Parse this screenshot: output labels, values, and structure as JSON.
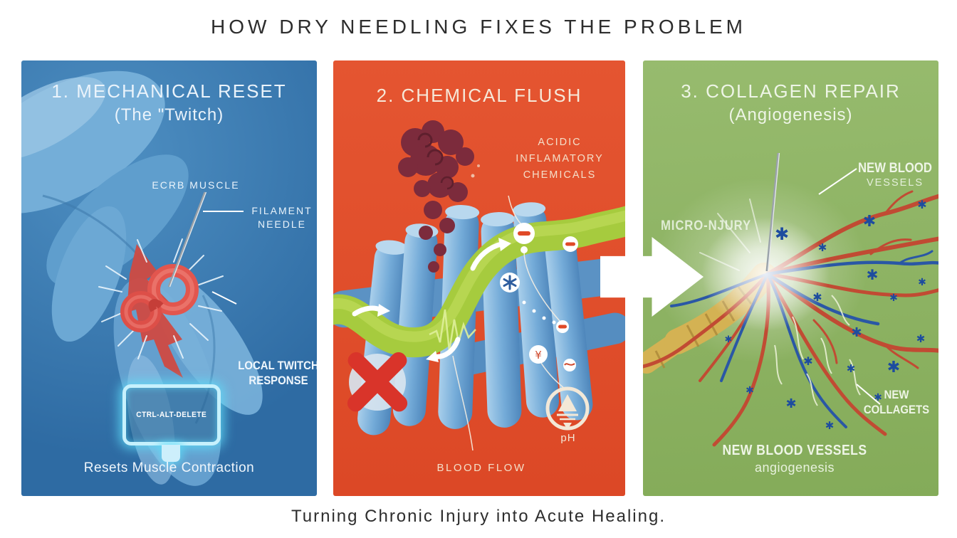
{
  "title": "HOW DRY NEEDLING FIXES THE PROBLEM",
  "footer": "Turning Chronic Injury into Acute Healing.",
  "colors": {
    "panel1_bg": "#3577ae",
    "panel2_bg": "#e2512e",
    "panel3_bg": "#8db264",
    "flush_band_green": "#a6cb3e",
    "alert_red": "#d9342a",
    "glow_cyan": "#5fdcf8",
    "vessel_red": "#c14b33",
    "vessel_blue": "#2a57a5",
    "tendon_gold": "#d4b253"
  },
  "panel1": {
    "heading": "1. MECHANICAL RESET",
    "subheading": "(The \"Twitch)",
    "muscle_label": "ECRB MUSCLE",
    "needle_label_line1": "FILAMENT",
    "needle_label_line2": "NEEDLE",
    "twitch_label_line1": "LOCAL TWITCH",
    "twitch_label_line2": "RESPONSE",
    "monitor_text": "CTRL-ALT-DELETE",
    "caption": "Resets Muscle Contraction"
  },
  "panel2": {
    "heading": "2. CHEMICAL FLUSH",
    "chemicals_label_line1": "ACIDIC",
    "chemicals_label_line2": "INFLAMATORY",
    "chemicals_label_line3": "CHEMICALS",
    "ph_label": "pH",
    "blood_flow_label": "BLOOD FLOW"
  },
  "panel3": {
    "heading": "3. COLLAGEN REPAIR",
    "subheading": "(Angiogenesis)",
    "new_blood_line1": "NEW BLOOD",
    "new_blood_line2": "VESSELS",
    "micro_injury_label": "MICRO-NJURY",
    "new_collagen_line1": "NEW",
    "new_collagen_line2": "COLLAGETS",
    "bottom_label_line1": "NEW BLOOD VESSELS",
    "bottom_label_line2": "angiogenesis"
  }
}
